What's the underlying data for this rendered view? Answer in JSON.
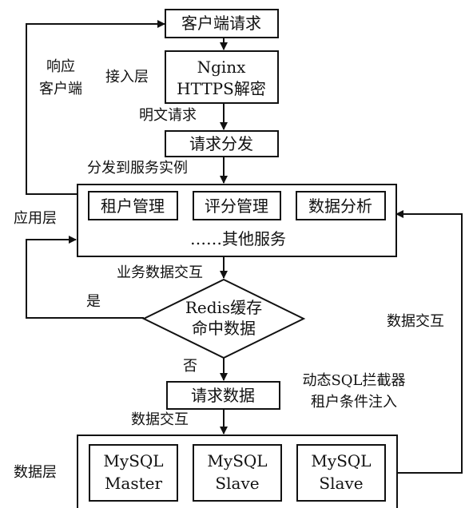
{
  "nodes": {
    "client_request": "客户端请求",
    "nginx_line1": "Nginx",
    "nginx_line2": "HTTPS解密",
    "dispatch": "请求分发",
    "tenant_mgmt": "租户管理",
    "rating_mgmt": "评分管理",
    "data_analysis": "数据分析",
    "other_services": "……其他服务",
    "redis_line1": "Redis缓存",
    "redis_line2": "命中数据",
    "request_data": "请求数据",
    "mysql_master_line1": "MySQL",
    "mysql_master_line2": "Master",
    "mysql_slave1_line1": "MySQL",
    "mysql_slave1_line2": "Slave",
    "mysql_slave2_line1": "MySQL",
    "mysql_slave2_line2": "Slave"
  },
  "labels": {
    "respond_line1": "响应",
    "respond_line2": "客户端",
    "access_layer": "接入层",
    "plaintext_request": "明文请求",
    "dispatch_to_instances": "分发到服务实例",
    "application_layer": "应用层",
    "business_data_exchange": "业务数据交互",
    "yes": "是",
    "no": "否",
    "interceptor_line1": "动态SQL拦截器",
    "interceptor_line2": "租户条件注入",
    "data_exchange_lower": "数据交互",
    "data_exchange_right": "数据交互",
    "data_layer": "数据层"
  },
  "colors": {
    "stroke": "#111111",
    "background": "#ffffff"
  }
}
